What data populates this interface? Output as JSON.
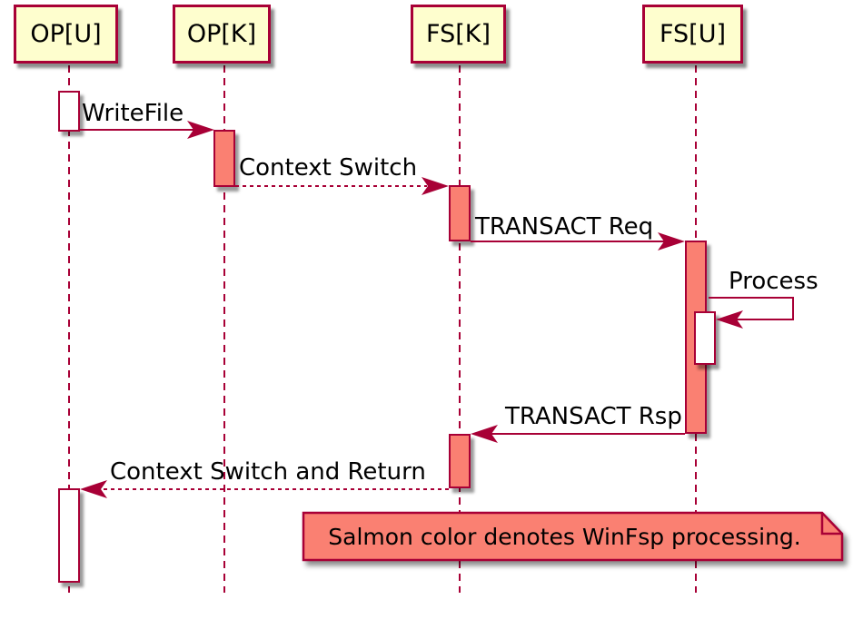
{
  "diagram": {
    "type": "sequence-diagram",
    "colors": {
      "line": "#A80036",
      "participant_fill": "#FEFECE",
      "salmon_fill": "#FA8072",
      "white_fill": "#FFFFFF",
      "text": "#000000",
      "background": "#FFFFFF"
    },
    "participants": [
      {
        "id": "op-u",
        "label": "OP[U]"
      },
      {
        "id": "op-k",
        "label": "OP[K]"
      },
      {
        "id": "fs-k",
        "label": "FS[K]"
      },
      {
        "id": "fs-u",
        "label": "FS[U]"
      }
    ],
    "messages": [
      {
        "label": "WriteFile",
        "from": "OP[U]",
        "to": "OP[K]",
        "style": "solid"
      },
      {
        "label": "Context Switch",
        "from": "OP[K]",
        "to": "FS[K]",
        "style": "dashed"
      },
      {
        "label": "TRANSACT Req",
        "from": "FS[K]",
        "to": "FS[U]",
        "style": "solid"
      },
      {
        "label": "Process",
        "from": "FS[U]",
        "to": "FS[U]",
        "style": "solid-self"
      },
      {
        "label": "TRANSACT Rsp",
        "from": "FS[U]",
        "to": "FS[K]",
        "style": "solid"
      },
      {
        "label": "Context Switch and Return",
        "from": "FS[K]",
        "to": "OP[U]",
        "style": "dashed"
      }
    ],
    "activations": [
      {
        "participant": "OP[U]",
        "fill": "white"
      },
      {
        "participant": "OP[K]",
        "fill": "salmon"
      },
      {
        "participant": "FS[K]",
        "fill": "salmon"
      },
      {
        "participant": "FS[U]",
        "fill": "salmon"
      },
      {
        "participant": "FS[U]-nested",
        "fill": "white"
      },
      {
        "participant": "FS[K]",
        "fill": "salmon"
      },
      {
        "participant": "OP[U]",
        "fill": "white"
      }
    ],
    "note": {
      "text": "Salmon color denotes WinFsp processing."
    }
  }
}
